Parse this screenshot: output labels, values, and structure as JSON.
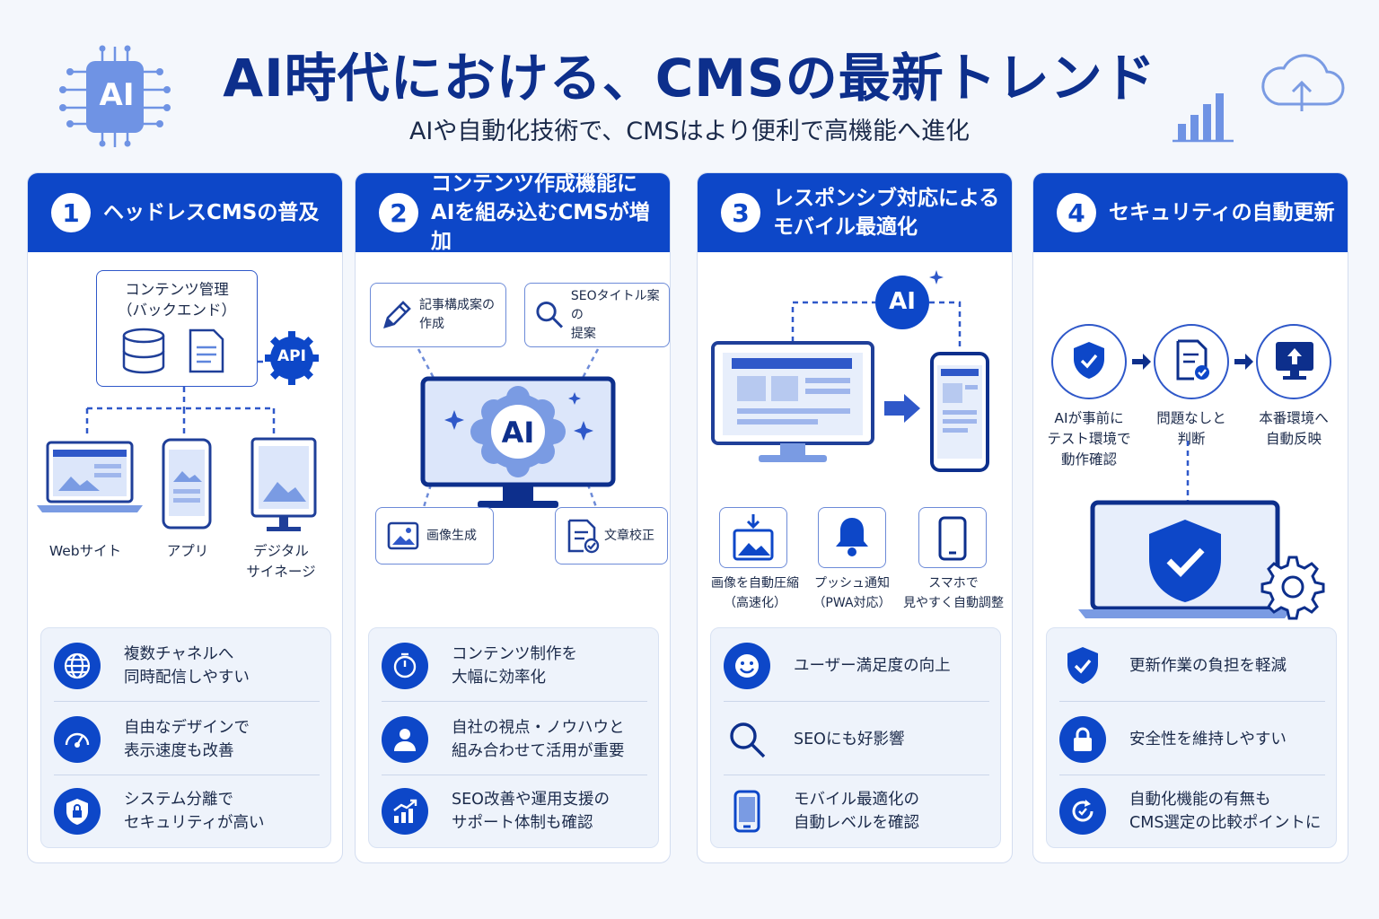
{
  "header": {
    "title": "AI時代における、CMSの最新トレンド",
    "subtitle": "AIや自動化技術で、CMSはより便利で高機能へ進化",
    "ai_badge": "AI"
  },
  "columns": [
    {
      "number": "1",
      "title": "ヘッドレスCMSの普及",
      "diagram": {
        "backend_label": "コンテンツ管理\n（バックエンド）",
        "api_label": "API",
        "outputs": [
          "Webサイト",
          "アプリ",
          "デジタル\nサイネージ"
        ]
      },
      "benefits": [
        {
          "icon": "globe-icon",
          "text": "複数チャネルへ\n同時配信しやすい"
        },
        {
          "icon": "speedometer-icon",
          "text": "自由なデザインで\n表示速度も改善"
        },
        {
          "icon": "lock-shield-icon",
          "text": "システム分離で\nセキュリティが高い"
        }
      ]
    },
    {
      "number": "2",
      "title": "コンテンツ作成機能に\nAIを組み込むCMSが増加",
      "diagram": {
        "ai_label": "AI",
        "features": [
          "記事構成案の\n作成",
          "SEOタイトル案の\n提案",
          "画像生成",
          "文章校正"
        ]
      },
      "benefits": [
        {
          "icon": "stopwatch-icon",
          "text": "コンテンツ制作を\n大幅に効率化"
        },
        {
          "icon": "person-icon",
          "text": "自社の視点・ノウハウと\n組み合わせて活用が重要"
        },
        {
          "icon": "chart-up-icon",
          "text": "SEO改善や運用支援の\nサポート体制も確認"
        }
      ]
    },
    {
      "number": "3",
      "title": "レスポンシブ対応による\nモバイル最適化",
      "diagram": {
        "ai_label": "AI",
        "features": [
          "画像を自動圧縮\n（高速化）",
          "プッシュ通知\n（PWA対応）",
          "スマホで\n見やすく自動調整"
        ]
      },
      "benefits": [
        {
          "icon": "smile-icon",
          "text": "ユーザー満足度の向上"
        },
        {
          "icon": "search-icon",
          "text": "SEOにも好影響"
        },
        {
          "icon": "smartphone-icon",
          "text": "モバイル最適化の\n自動レベルを確認"
        }
      ]
    },
    {
      "number": "4",
      "title": "セキュリティの自動更新",
      "diagram": {
        "steps": [
          "AIが事前に\nテスト環境で\n動作確認",
          "問題なしと\n判断",
          "本番環境へ\n自動反映"
        ]
      },
      "benefits": [
        {
          "icon": "shield-check-icon",
          "text": "更新作業の負担を軽減"
        },
        {
          "icon": "lock-icon",
          "text": "安全性を維持しやすい"
        },
        {
          "icon": "refresh-icon",
          "text": "自動化機能の有無も\nCMS選定の比較ポイントに"
        }
      ]
    }
  ],
  "colors": {
    "primary": "#0d47c8",
    "dark": "#0d2f8c",
    "light": "#eef3fb",
    "accent": "#6d8bd8"
  }
}
